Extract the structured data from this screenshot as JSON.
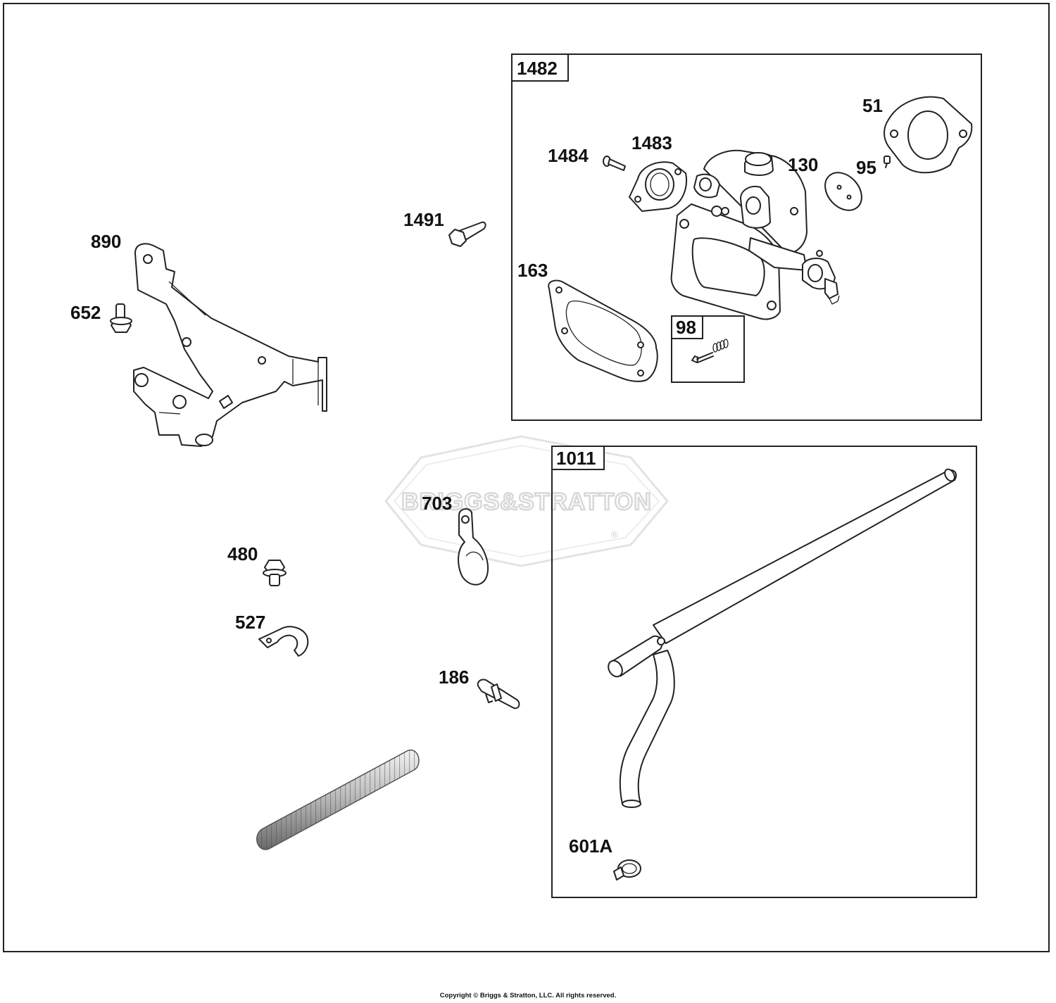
{
  "diagram": {
    "watermark": {
      "text": "BRIGGS&STRATTON",
      "registered_mark": "®"
    },
    "boxes": [
      {
        "id": "box-1482",
        "label": "1482"
      },
      {
        "id": "box-98",
        "label": "98"
      },
      {
        "id": "box-1011",
        "label": "1011"
      }
    ],
    "callouts": [
      {
        "id": "890",
        "label": "890"
      },
      {
        "id": "652",
        "label": "652"
      },
      {
        "id": "1491",
        "label": "1491"
      },
      {
        "id": "1484",
        "label": "1484"
      },
      {
        "id": "1483",
        "label": "1483"
      },
      {
        "id": "51",
        "label": "51"
      },
      {
        "id": "130",
        "label": "130"
      },
      {
        "id": "95",
        "label": "95"
      },
      {
        "id": "163",
        "label": "163"
      },
      {
        "id": "703",
        "label": "703"
      },
      {
        "id": "480",
        "label": "480"
      },
      {
        "id": "527",
        "label": "527"
      },
      {
        "id": "186",
        "label": "186"
      },
      {
        "id": "601A",
        "label": "601A"
      }
    ],
    "copyright": "Copyright © Briggs & Stratton, LLC. All rights reserved."
  }
}
